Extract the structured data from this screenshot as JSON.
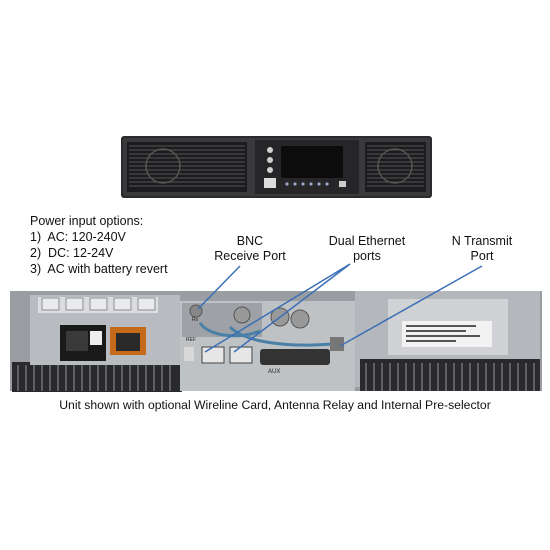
{
  "power_options": {
    "heading": "Power input options:",
    "items": [
      "1)  AC: 120-240V",
      "2)  DC: 12-24V",
      "3)  AC with battery revert"
    ]
  },
  "callouts": {
    "bnc_line1": "BNC",
    "bnc_line2": "Receive Port",
    "eth_line1": "Dual Ethernet",
    "eth_line2": "ports",
    "ntx_line1": "N Transmit",
    "ntx_line2": "Port"
  },
  "rear_labels": {
    "aux": "AUX",
    "ref": "REF",
    "rx": "Rx"
  },
  "caption": "Unit shown with optional Wireline Card, Antenna Relay and Internal Pre-selector"
}
